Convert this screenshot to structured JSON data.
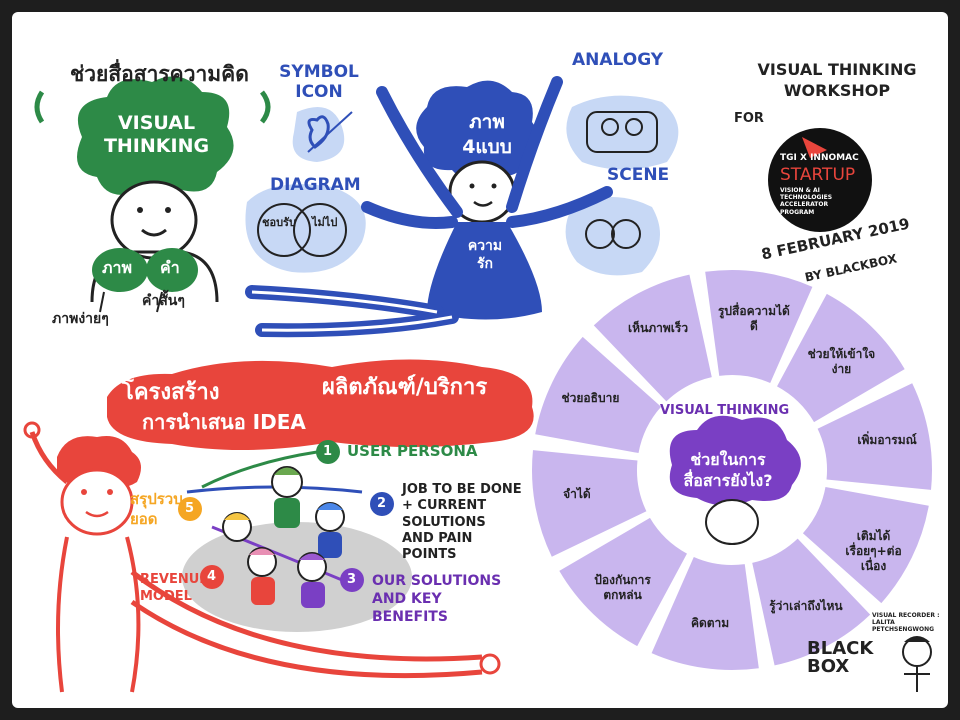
{
  "top_left": {
    "heading": "ช่วยสื่อสารความคิด",
    "cloud_label": "VISUAL THINKING",
    "hand_left": "ภาพ",
    "hand_right": "คำ",
    "caption_left": "ภาพง่ายๆ",
    "caption_right": "คำสั้นๆ"
  },
  "center_top": {
    "symbol_label": "SYMBOL ICON",
    "diagram_label": "DIAGRAM",
    "venn_left": "ชอบรับ",
    "venn_right": "ไม่ไป",
    "analogy_label": "ANALOGY",
    "scene_label": "SCENE",
    "head_label": "ภาพ 4แบบ",
    "body_label": "ความรัก"
  },
  "workshop": {
    "title": "VISUAL THINKING WORKSHOP",
    "for": "FOR",
    "logo_line1": "TGI X INNOMAC",
    "logo_line2": "STARTUP",
    "logo_line3": "VISION & AI TECHNOLOGIES ACCELERATOR PROGRAM",
    "date": "8 FEBRUARY 2019",
    "by": "BY BLACKBOX"
  },
  "structure": {
    "banner_line1": "โครงสร้าง",
    "banner_line1b": "ผลิตภัณฑ์/บริการ",
    "banner_line2": "การนำเสนอ IDEA",
    "steps": [
      {
        "num": "1",
        "label": "USER PERSONA",
        "color": "#2d8a47"
      },
      {
        "num": "2",
        "label": "JOB TO BE DONE + CURRENT SOLUTIONS AND PAIN POINTS",
        "color": "#2f4fb8"
      },
      {
        "num": "3",
        "label": "OUR SOLUTIONS AND KEY BENEFITS",
        "color": "#7a3fc4"
      },
      {
        "num": "4",
        "label": "REVENUE MODEL",
        "color": "#e8453c"
      },
      {
        "num": "5",
        "label": "สรุปรวบยอด",
        "color": "#f5a623"
      }
    ]
  },
  "wheel": {
    "center_title": "VISUAL THINKING",
    "center_text": "ช่วยในการสื่อสารยังไง?",
    "segments": [
      "รูปสื่อความได้ดี",
      "ช่วยให้เข้าใจง่าย",
      "เพิ่มอารมณ์",
      "เติมได้เรื่อยๆ+ต่อเนื่อง",
      "รู้ว่าเล่าถึงไหน",
      "คิดตาม",
      "ป้องกันการตกหล่น",
      "จำได้",
      "ช่วยอธิบาย",
      "เห็นภาพเร็ว"
    ]
  },
  "footer": {
    "brand": "BLACK BOX",
    "recorder": "VISUAL RECORDER : LALITA PETCHSENGWONG"
  },
  "colors": {
    "blue": "#2f4fb8",
    "green": "#2d8a47",
    "red": "#e8453c",
    "purple": "#7a3fc4",
    "lavender": "#c9b6ee",
    "lightblue": "#c7d8f5"
  }
}
